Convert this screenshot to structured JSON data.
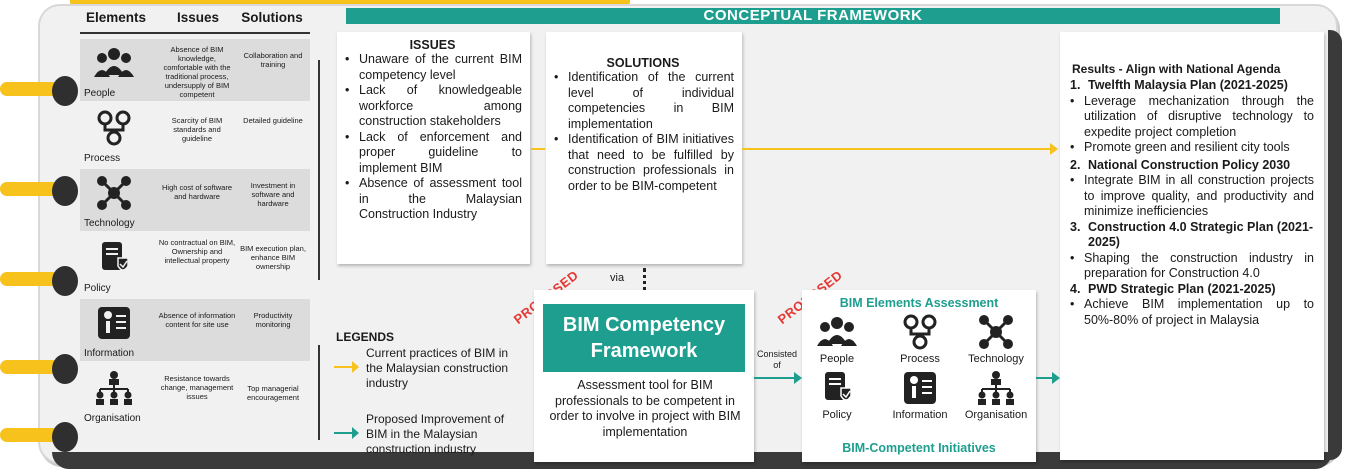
{
  "banner": "CONCEPTUAL FRAMEWORK",
  "table": {
    "headers": [
      "Elements",
      "Issues",
      "Solutions"
    ],
    "rows": [
      {
        "element": "People",
        "icon": "people-icon",
        "issue": "Absence of BIM knowledge, comfortable with the traditional process, undersupply of BIM competent",
        "solution": "Collaboration and training"
      },
      {
        "element": "Process",
        "icon": "process-icon",
        "issue": "Scarcity of BIM standards and guideline",
        "solution": "Detailed guideline"
      },
      {
        "element": "Technology",
        "icon": "technology-icon",
        "issue": "High cost of software and hardware",
        "solution": "Investment in software and hardware"
      },
      {
        "element": "Policy",
        "icon": "policy-icon",
        "issue": "No contractual on BIM, Ownership and intellectual property",
        "solution": "BIM execution plan, enhance BIM ownership"
      },
      {
        "element": "Information",
        "icon": "information-icon",
        "issue": "Absence of information content for site use",
        "solution": "Productivity monitoring"
      },
      {
        "element": "Organisation",
        "icon": "organisation-icon",
        "issue": "Resistance towards change, management issues",
        "solution": "Top managerial encouragement"
      }
    ]
  },
  "issues": {
    "title": "ISSUES",
    "items": [
      "Unaware of the current BIM competency level",
      "Lack of knowledgeable workforce among construction stakeholders",
      "Lack of enforcement and proper guideline to implement BIM",
      "Absence of assessment tool in the Malaysian Construction Industry"
    ]
  },
  "solutions": {
    "title": "SOLUTIONS",
    "items": [
      "Identification of the current level of individual competencies in BIM implementation",
      "Identification of BIM initiatives that need to be fulfilled by construction professionals in order to be BIM-competent"
    ]
  },
  "via": "via",
  "proposed": "PROPOSED",
  "consisted_of": "Consisted of",
  "bcf": {
    "title": "BIM Competency Framework",
    "description": "Assessment tool for BIM professionals to be competent in order to involve in project with BIM implementation"
  },
  "bea": {
    "title": "BIM Elements Assessment",
    "footer": "BIM-Competent Initiatives",
    "elements": [
      "People",
      "Process",
      "Technology",
      "Policy",
      "Information",
      "Organisation"
    ]
  },
  "legends": {
    "title": "LEGENDS",
    "current": "Current practices of BIM in the Malaysian construction industry",
    "proposed": "Proposed Improvement of BIM in the Malaysian construction industry"
  },
  "results": {
    "title": "Results - Align with National Agenda",
    "sections": [
      {
        "num": "1.",
        "heading": "Twelfth Malaysia Plan (2021-2025)",
        "items": [
          "Leverage mechanization through the utilization of disruptive technology to expedite project completion",
          "Promote green and resilient city tools"
        ]
      },
      {
        "num": "2.",
        "heading": "National Construction Policy 2030",
        "items": [
          "Integrate BIM in all construction projects to improve quality, and productivity and minimize inefficiencies"
        ]
      },
      {
        "num": "3.",
        "heading": "Construction 4.0 Strategic Plan (2021-2025)",
        "items": [
          "Shaping the construction industry in preparation for Construction 4.0"
        ]
      },
      {
        "num": "4.",
        "heading": "PWD Strategic Plan (2021-2025)",
        "items": [
          "Achieve BIM implementation up to 50%-80% of project in Malaysia"
        ]
      }
    ]
  },
  "colors": {
    "teal": "#1d9e8f",
    "yellow": "#f6c21b",
    "red": "#e53935"
  }
}
